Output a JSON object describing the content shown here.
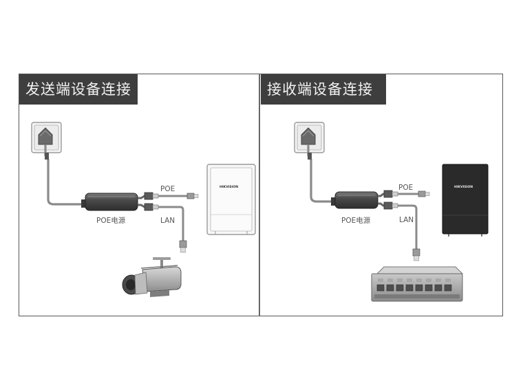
{
  "left_panel": {
    "title": "发送端设备连接",
    "poe_label": "POE",
    "lan_label": "LAN",
    "adapter_label": "POE电源",
    "device_brand": "HIKVISION"
  },
  "right_panel": {
    "title": "接收端设备连接",
    "poe_label": "POE",
    "lan_label": "LAN",
    "adapter_label": "POE电源",
    "device_brand": "HIKVISION"
  },
  "colors": {
    "header_bg": "#3e3e3e",
    "header_text": "#f2f2f2",
    "frame_border": "#555555",
    "cable": "#8a8a8a",
    "receiver_device": "#2a2a2a"
  },
  "icons": [
    "wall-socket-icon",
    "poe-adapter-icon",
    "rj45-connector-icon",
    "bridge-device-icon",
    "camera-icon",
    "network-switch-icon"
  ]
}
